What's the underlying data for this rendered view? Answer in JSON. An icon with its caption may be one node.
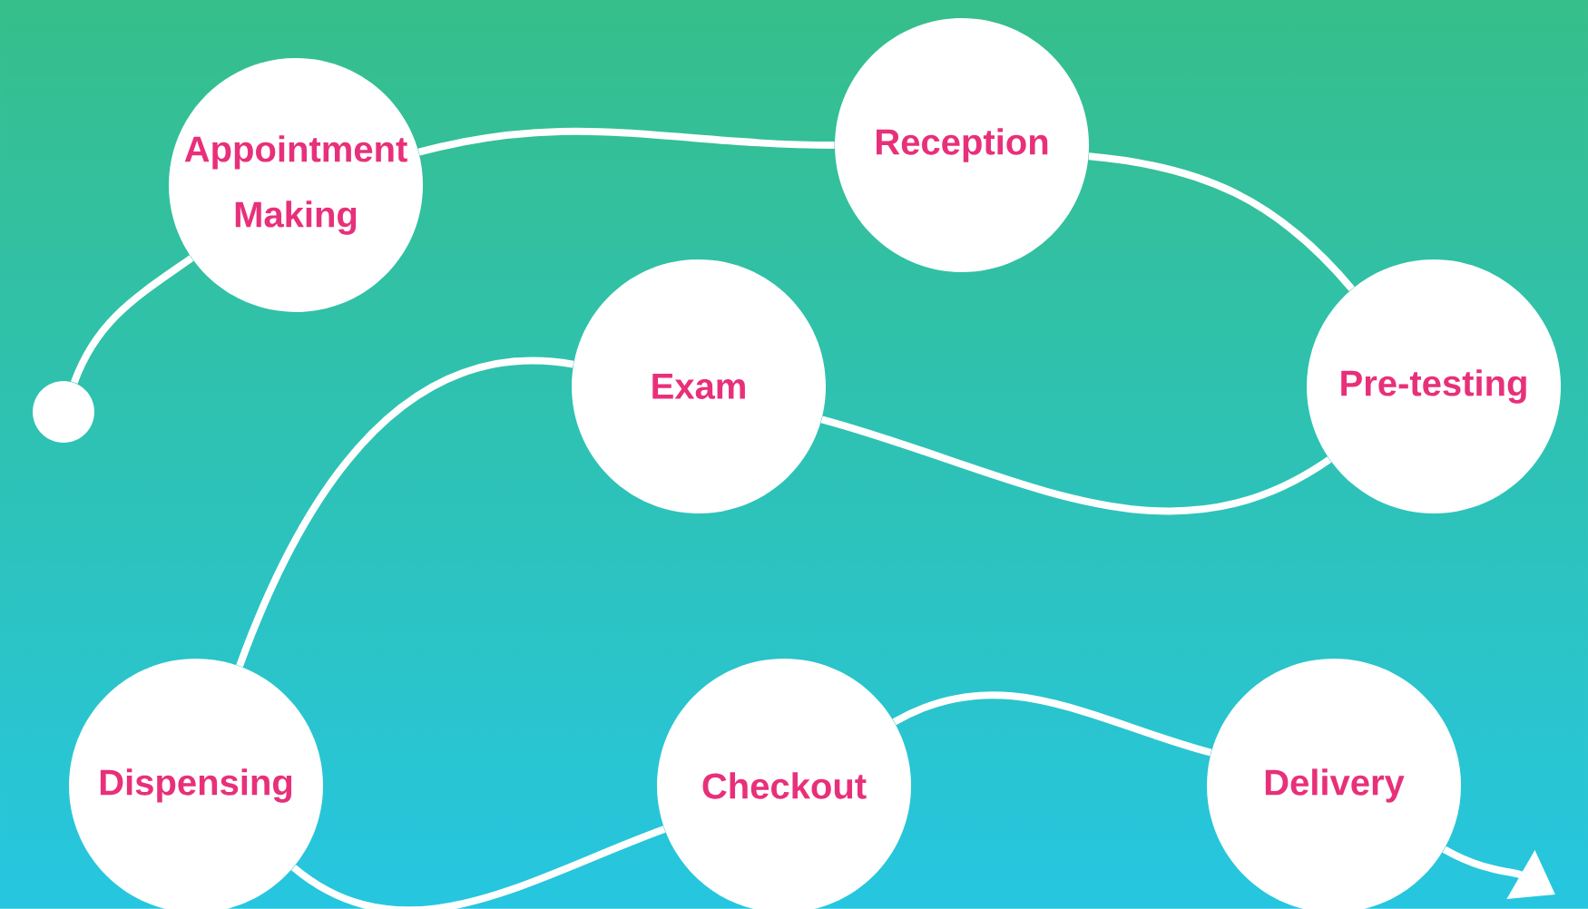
{
  "diagram": {
    "nodes": [
      {
        "text": [],
        "shape": "circle"
      },
      {
        "text": [
          "Appointment Making"
        ]
      },
      {
        "text": [
          "Reception"
        ]
      },
      {
        "text": [
          "Pre-testing"
        ]
      },
      {
        "text": [
          "Exam"
        ]
      },
      {
        "text": [
          "Dispensing"
        ]
      },
      {
        "text": [
          "Checkout"
        ]
      },
      {
        "text": [
          "Delivery"
        ]
      }
    ],
    "edges": [
      {
        "from": 0,
        "to": 1,
        "arrow": "none"
      },
      {
        "from": 1,
        "to": 2,
        "arrow": "none"
      },
      {
        "from": 2,
        "to": 3,
        "arrow": "none"
      },
      {
        "from": 3,
        "to": 4,
        "arrow": "none"
      },
      {
        "from": 4,
        "to": 5,
        "arrow": "none"
      },
      {
        "from": 5,
        "to": 6,
        "arrow": "none"
      },
      {
        "from": 6,
        "to": 7,
        "arrow": "none"
      },
      {
        "from": 7,
        "to": null,
        "arrow": "to"
      }
    ]
  }
}
